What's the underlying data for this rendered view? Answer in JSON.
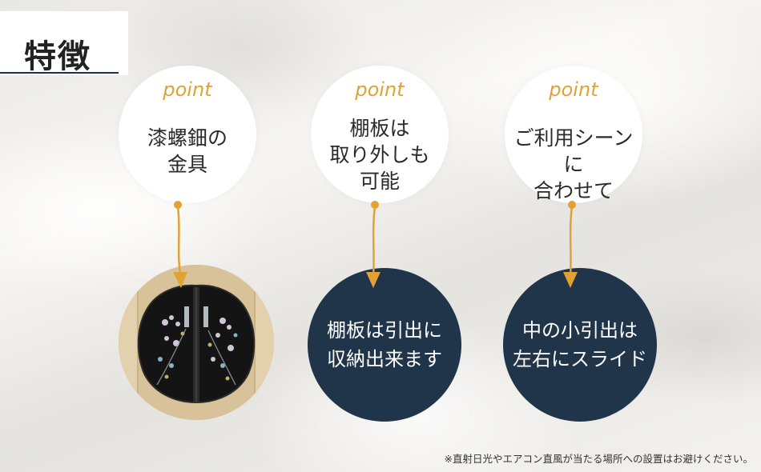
{
  "section": {
    "title": "特徴"
  },
  "points": [
    {
      "label": "point",
      "text": "漆螺鈿の\n金具"
    },
    {
      "label": "point",
      "text": "棚板は\n取り外しも\n可能"
    },
    {
      "label": "point",
      "text": "ご利用シーンに\n合わせて"
    }
  ],
  "details": [
    {
      "text": "棚板は引出に\n収納出来ます"
    },
    {
      "text": "中の小引出は\n左右にスライド"
    }
  ],
  "note": "※直射日光やエアコン直風が当たる場所への設置はお避けください。",
  "colors": {
    "accent": "#e2a233",
    "navy": "#20344a",
    "connector": "#e2a233"
  }
}
